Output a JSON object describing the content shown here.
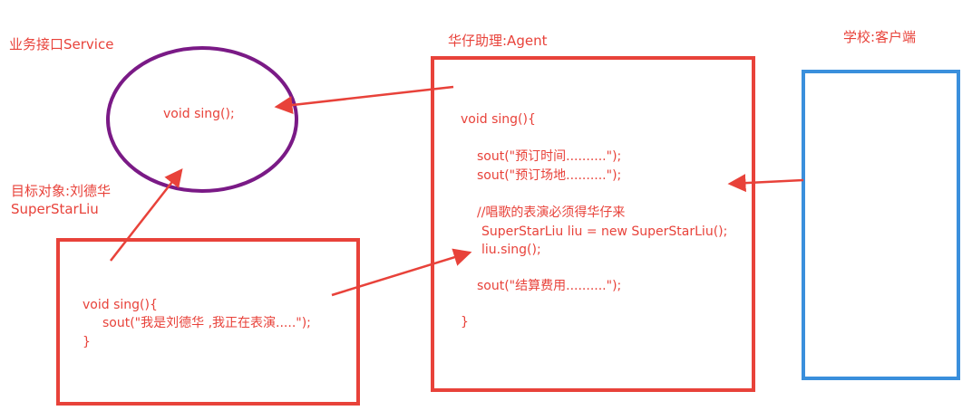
{
  "colors": {
    "red": "#e8423a",
    "purple": "#7a1a86",
    "blue": "#3a8fdc"
  },
  "service": {
    "label": "业务接口Service",
    "code": "void sing();"
  },
  "agent": {
    "label": "华仔助理:Agent",
    "lines": [
      "void sing(){",
      "sout(\"预订时间..........\");",
      "sout(\"预订场地..........\");",
      "//唱歌的表演必须得华仔来",
      "SuperStarLiu liu = new SuperStarLiu();",
      "liu.sing();",
      "sout(\"结算费用..........\");",
      "}"
    ]
  },
  "target": {
    "label_line1": "目标对象:刘德华",
    "label_line2": "SuperStarLiu",
    "lines": [
      "void sing(){",
      "sout(\"我是刘德华 ,我正在表演.....\");",
      "}"
    ]
  },
  "client": {
    "label": "学校:客户端"
  }
}
